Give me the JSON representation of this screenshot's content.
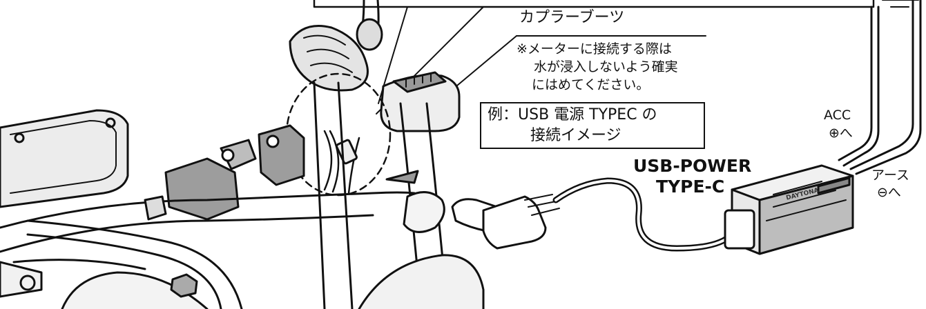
{
  "labels": {
    "coupler_boots": "カプラーブーツ",
    "note_line1": "※メーターに接続する際は",
    "note_line2": "水が浸入しないよう確実",
    "note_line3": "にはめてください。",
    "example_line1": "例：USB 電源 TYPEC の",
    "example_line2": "接続イメージ",
    "product_line1": "USB-POWER",
    "product_line2": "TYPE-C",
    "acc_line1": "ACC",
    "acc_line2": "⊕へ",
    "ground_line1": "アース",
    "ground_line2": "⊖へ",
    "brand": "DAYTONA"
  }
}
